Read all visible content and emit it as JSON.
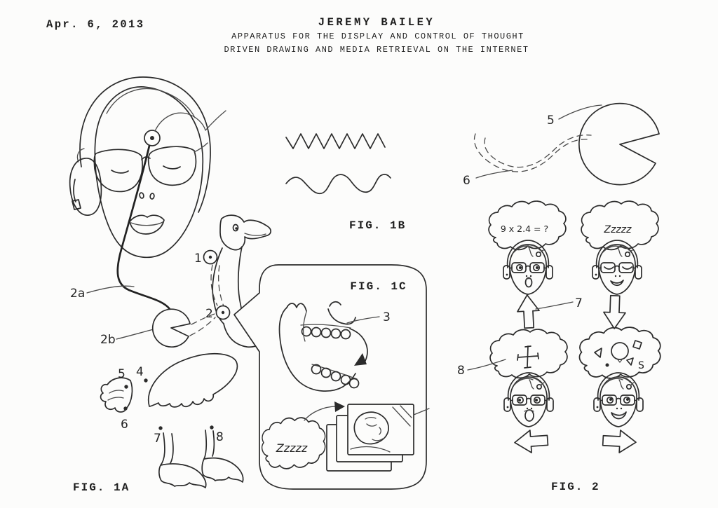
{
  "document": {
    "date": "Apr. 6, 2013",
    "inventor": "JEREMY BAILEY",
    "title_line1": "APPARATUS FOR THE DISPLAY AND CONTROL OF THOUGHT",
    "title_line2": "DRIVEN DRAWING AND MEDIA RETRIEVAL ON THE INTERNET"
  },
  "colors": {
    "ink": "#2b2b2b",
    "paper": "#fcfcfb"
  },
  "fig1a": {
    "label": "FIG. 1A",
    "refs": {
      "r1": "1",
      "r2": "2",
      "r2a": "2a",
      "r2b": "2b",
      "r4": "4",
      "r5": "5",
      "r6": "6",
      "r7": "7",
      "r8": "8"
    }
  },
  "fig1b": {
    "label": "FIG. 1B"
  },
  "fig1c": {
    "label": "FIG. 1C",
    "refs": {
      "r3": "3"
    },
    "sleep_text": "Zzzzz"
  },
  "fig2": {
    "label": "FIG. 2",
    "refs": {
      "r5": "5",
      "r6": "6",
      "r7": "7",
      "r8": "8"
    },
    "thought_math": "9 x 2.4 = ?",
    "thought_sleep": "Zzzzz",
    "thought_symbol": "S"
  }
}
